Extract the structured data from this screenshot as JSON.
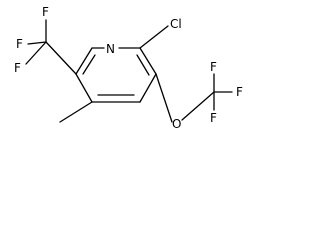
{
  "molecule": {
    "atoms": {
      "ring_nitrogen": "N",
      "chlorine": "Cl",
      "ether_oxygen": "O",
      "cf3_left_fluorine_top": "F",
      "cf3_left_fluorine_left": "F",
      "cf3_left_fluorine_bottom": "F",
      "ocf3_fluorine_top": "F",
      "ocf3_fluorine_right": "F",
      "ocf3_fluorine_bottom": "F"
    }
  }
}
